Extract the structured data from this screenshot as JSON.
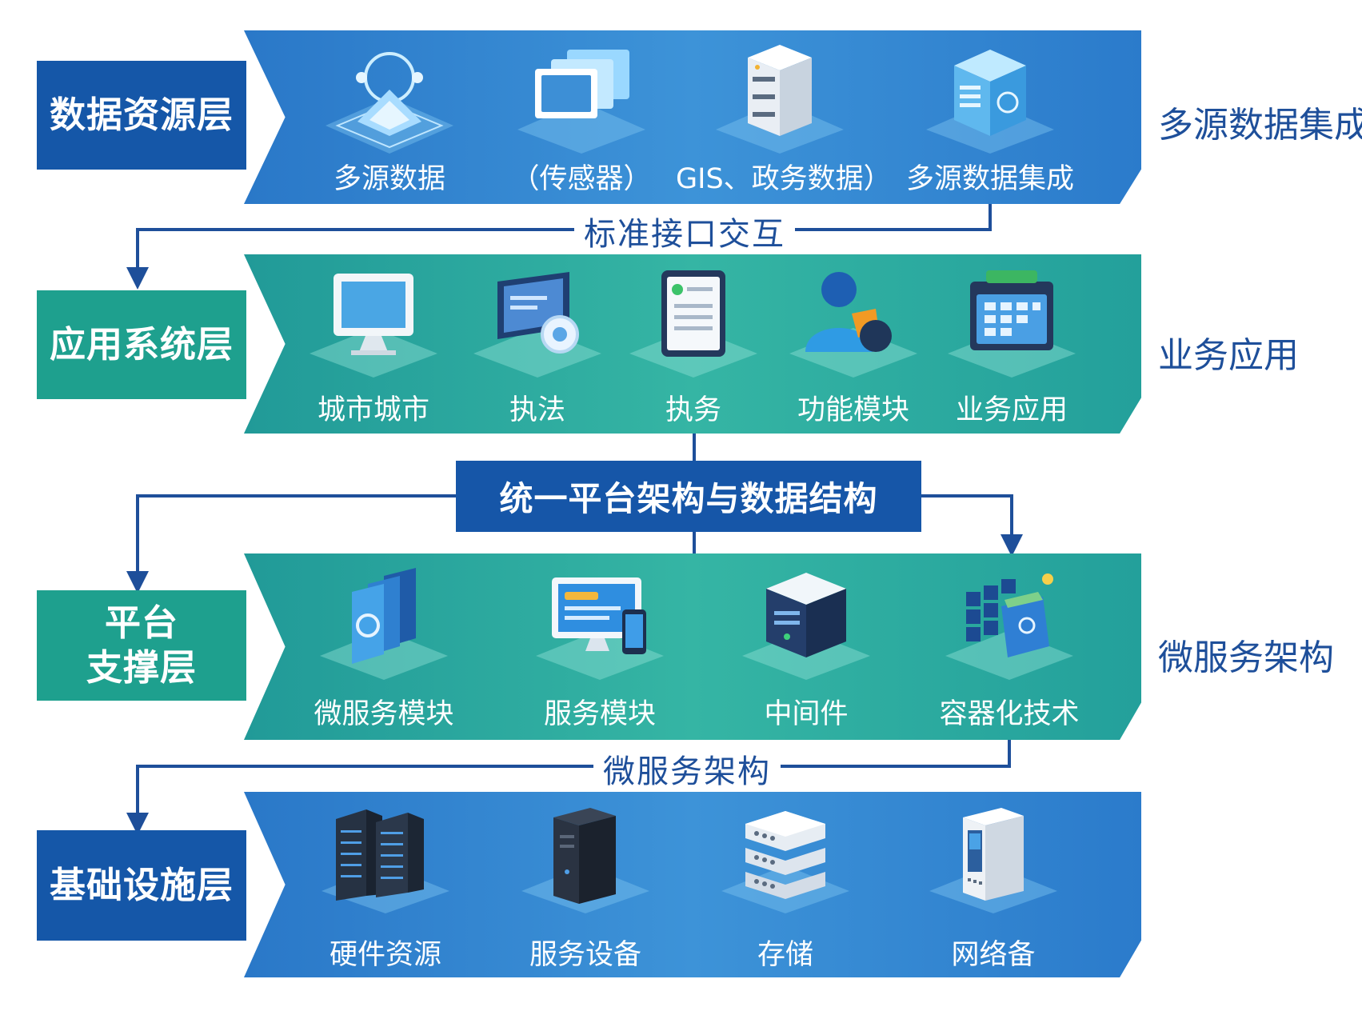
{
  "layers": [
    {
      "label": "数据资源层",
      "side_label": "多源数据集成",
      "items": [
        {
          "label": "多源数据",
          "icon": "cloud-data-icon"
        },
        {
          "label": "（传感器）",
          "icon": "sensor-screens-icon"
        },
        {
          "label": "GIS、政务数据）",
          "icon": "server-stack-icon"
        },
        {
          "label": "多源数据集成",
          "icon": "data-cube-icon"
        }
      ]
    },
    {
      "label": "应用系统层",
      "side_label": "业务应用",
      "items": [
        {
          "label": "城市城市",
          "icon": "monitor-icon"
        },
        {
          "label": "执法",
          "icon": "law-enforcement-screen-icon"
        },
        {
          "label": "执务",
          "icon": "tablet-document-icon"
        },
        {
          "label": "功能模块",
          "icon": "people-module-icon"
        },
        {
          "label": "业务应用",
          "icon": "calendar-app-icon"
        }
      ]
    },
    {
      "label": "平台\n支撑层",
      "side_label": "微服务架构",
      "items": [
        {
          "label": "微服务模块",
          "icon": "microservice-panels-icon"
        },
        {
          "label": "服务模块",
          "icon": "desktop-mobile-icon"
        },
        {
          "label": "中间件",
          "icon": "middleware-box-icon"
        },
        {
          "label": "容器化技术",
          "icon": "container-blocks-icon"
        }
      ]
    },
    {
      "label": "基础设施层",
      "side_label": "",
      "items": [
        {
          "label": "硬件资源",
          "icon": "server-rack-icon"
        },
        {
          "label": "服务设备",
          "icon": "tower-server-icon"
        },
        {
          "label": "存储",
          "icon": "storage-stack-icon"
        },
        {
          "label": "网络备",
          "icon": "network-device-icon"
        }
      ]
    }
  ],
  "connectors": {
    "top": "标准接口交互",
    "center": "统一平台架构与数据结构",
    "bottom": "微服务架构"
  },
  "colors": {
    "band_blue": "#2f86d2",
    "band_green": "#2aab9f",
    "label_blue": "#1557a8",
    "label_green": "#1ea08e",
    "line": "#1e4f9a"
  }
}
